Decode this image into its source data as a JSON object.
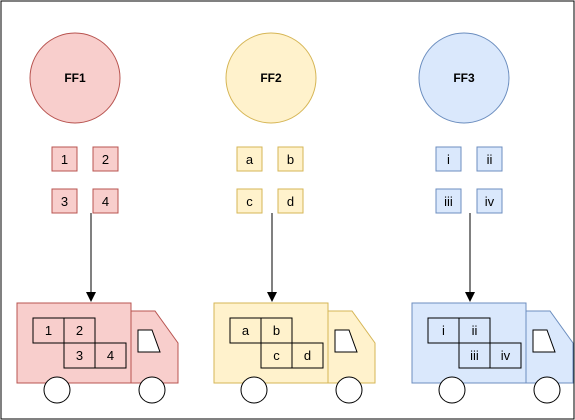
{
  "columns": [
    {
      "title": "FF1",
      "packages": [
        "1",
        "2",
        "3",
        "4"
      ],
      "fill": "#f8cecc",
      "stroke": "#b85450"
    },
    {
      "title": "FF2",
      "packages": [
        "a",
        "b",
        "c",
        "d"
      ],
      "fill": "#fff2cc",
      "stroke": "#d6b656"
    },
    {
      "title": "FF3",
      "packages": [
        "i",
        "ii",
        "iii",
        "iv"
      ],
      "fill": "#dae8fc",
      "stroke": "#6c8ebf"
    }
  ]
}
